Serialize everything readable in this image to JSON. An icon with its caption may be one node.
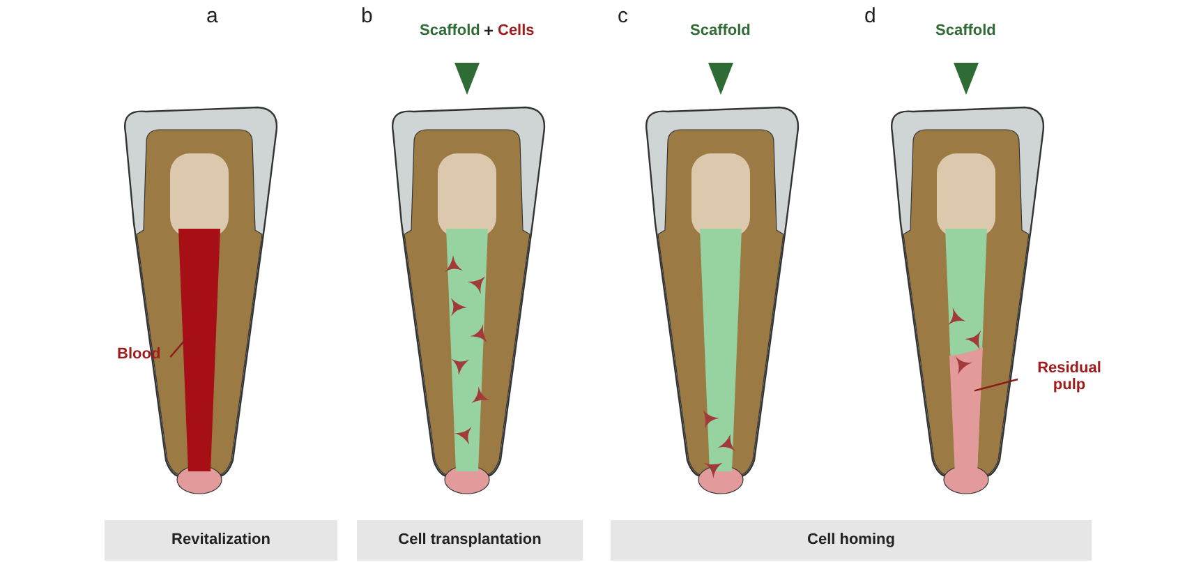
{
  "diagram": {
    "nodes": [
      {
        "text": [
          "Blood"
        ]
      },
      {
        "text": [],
        "shape": "bar"
      },
      {
        "text": [
          "Residual pulp"
        ]
      },
      {
        "text": [],
        "shape": "box"
      },
      {
        "text": [
          "Revitalization"
        ]
      },
      {
        "text": [
          "Cell transplantation"
        ]
      },
      {
        "text": [
          "Cell homing"
        ]
      }
    ],
    "edges": [
      {
        "from": 0,
        "to": 1,
        "arrow": "none"
      },
      {
        "from": 2,
        "to": 3,
        "arrow": "none"
      }
    ],
    "labels": [
      "a",
      "b",
      "Scaffold",
      "+",
      "Cells",
      "c",
      "Scaffold",
      "d",
      "Scaffold"
    ]
  }
}
